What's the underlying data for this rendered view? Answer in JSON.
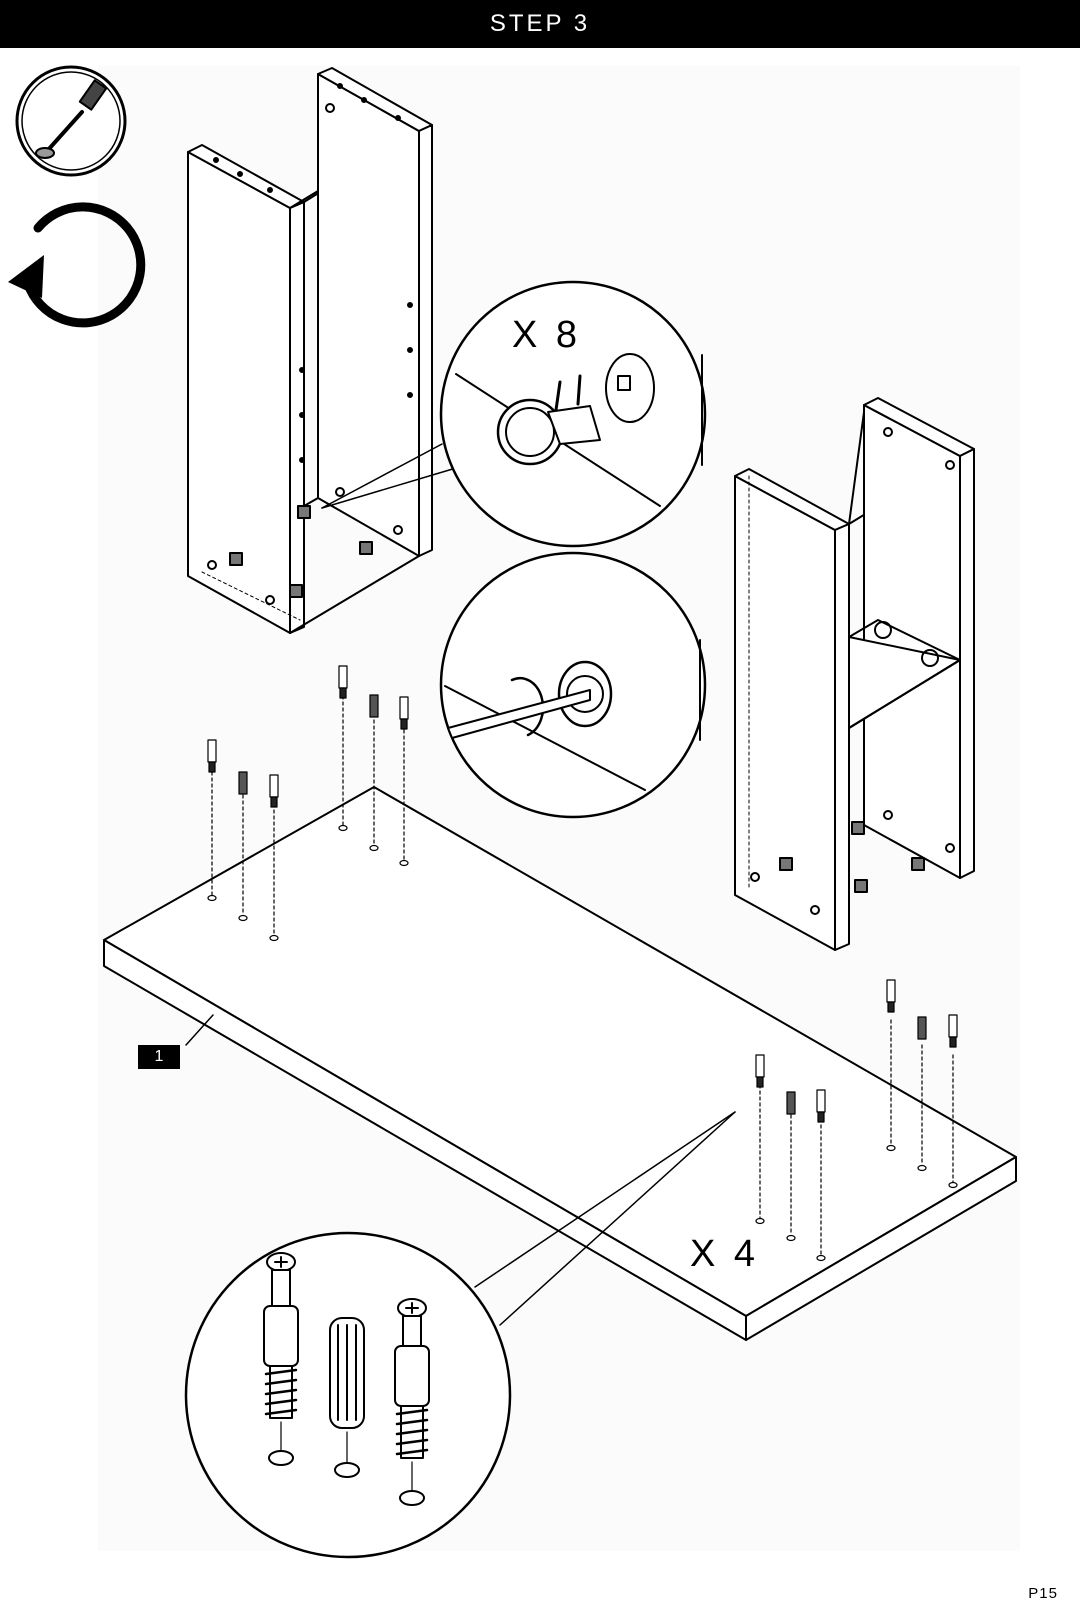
{
  "header": {
    "title": "STEP 3"
  },
  "quantities": {
    "cam_lock": "X 8",
    "fittings": "X 4"
  },
  "parts": {
    "panel_label": "1"
  },
  "icons": {
    "tool": "screwdriver-icon",
    "rotate": "rotate-counterclockwise-icon"
  },
  "footer": {
    "page": "P15"
  },
  "colors": {
    "header_bg": "#000000",
    "header_text": "#ffffff",
    "line": "#000000"
  }
}
